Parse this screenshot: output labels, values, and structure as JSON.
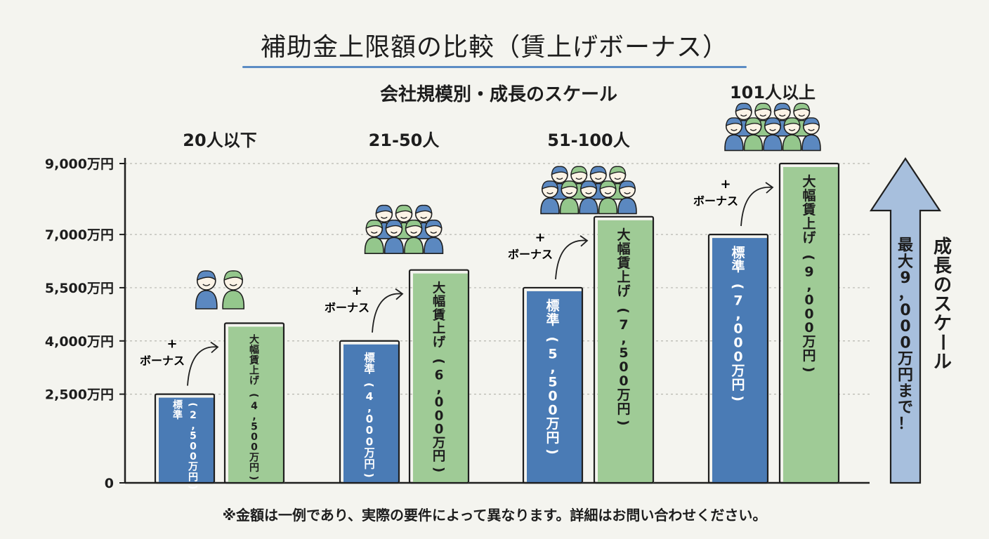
{
  "title": "補助金上限額の比較（賃上げボーナス）",
  "subtitle": "会社規模別・成長のスケール",
  "footnote": "※金額は一例であり、実際の要件によって異なります。詳細はお問い合わせください。",
  "bonus_label": {
    "plus": "+",
    "text": "ボーナス"
  },
  "arrow": {
    "side_label": "成長のスケール",
    "inner_label": "最大9，000万円まで！"
  },
  "colors": {
    "standard": "#4a7bb5",
    "large": "#9fcb96",
    "bar_outline": "#1f1f1f",
    "arrow": "#a7bfdd",
    "people_blue": "#5b88c0",
    "people_green": "#94c78c"
  },
  "chart_data": {
    "type": "bar",
    "title": "補助金上限額の比較（賃上げボーナス）",
    "subtitle": "会社規模別・成長のスケール",
    "categories": [
      "20人以下",
      "21-50人",
      "51-100人",
      "101人以上"
    ],
    "series": [
      {
        "name": "標準",
        "values": [
          2500,
          4000,
          5500,
          7000
        ],
        "labels": [
          "標準 (2,500万円)",
          "標準 (4,000万円)",
          "標準 (5,500万円)",
          "標準 (7,000万円)"
        ]
      },
      {
        "name": "大幅賃上げ",
        "values": [
          4500,
          6000,
          7500,
          9000
        ],
        "labels": [
          "大幅賃上げ (4,500万円)",
          "大幅賃上げ (6,000万円)",
          "大幅賃上げ (7,500万円)",
          "大幅賃上げ (9,000万円)"
        ]
      }
    ],
    "yticks": [
      0,
      2500,
      4000,
      5500,
      7000,
      9000
    ],
    "ytick_labels": [
      "0",
      "2,500万円",
      "4,000万円",
      "5,500万円",
      "7,000万円",
      "9,000万円"
    ],
    "ylim": [
      0,
      9000
    ],
    "people_counts": [
      2,
      7,
      9,
      9
    ],
    "grid": true,
    "legend": "none"
  }
}
